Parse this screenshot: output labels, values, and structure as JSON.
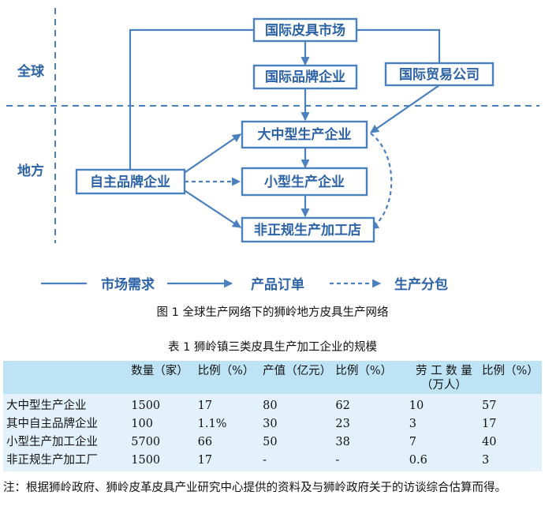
{
  "diagram": {
    "regions": {
      "global": "全球",
      "local": "地方"
    },
    "nodes": {
      "intl_market": "国际皮具市场",
      "intl_brand": "国际品牌企业",
      "intl_trade": "国际贸易公司",
      "large_medium": "大中型生产企业",
      "own_brand": "自主品牌企业",
      "small": "小型生产企业",
      "informal": "非正规生产加工店"
    },
    "legend": {
      "market_demand": "市场需求",
      "product_order": "产品订单",
      "subcontract": "生产分包"
    },
    "colors": {
      "accent": "#2c63a6",
      "stroke": "#4a80bd"
    }
  },
  "figure_caption": "图 1 全球生产网络下的狮岭地方皮具生产网络",
  "table": {
    "caption": "表 1 狮岭镇三类皮具生产加工企业的规模",
    "headers": [
      "",
      "数量（家）",
      "比例（%）",
      "产值（亿元）",
      "比例（%）",
      "劳 工 数 量 （万人）",
      "比例（%）"
    ],
    "rows": [
      [
        "大中型生产企业",
        "1500",
        "17",
        "80",
        "62",
        "10",
        "57"
      ],
      [
        "其中自主品牌企业",
        "100",
        "1.1%",
        "30",
        "23",
        "3",
        "17"
      ],
      [
        "小型生产加工企业",
        "5700",
        "66",
        "50",
        "38",
        "7",
        "40"
      ],
      [
        "非正规生产加工厂",
        "1500",
        "17",
        "-",
        "-",
        "0.6",
        "3"
      ]
    ]
  },
  "note": "注：根据狮岭政府、狮岭皮革皮具产业研究中心提供的资料及与狮岭政府关于的访谈综合估算而得。"
}
